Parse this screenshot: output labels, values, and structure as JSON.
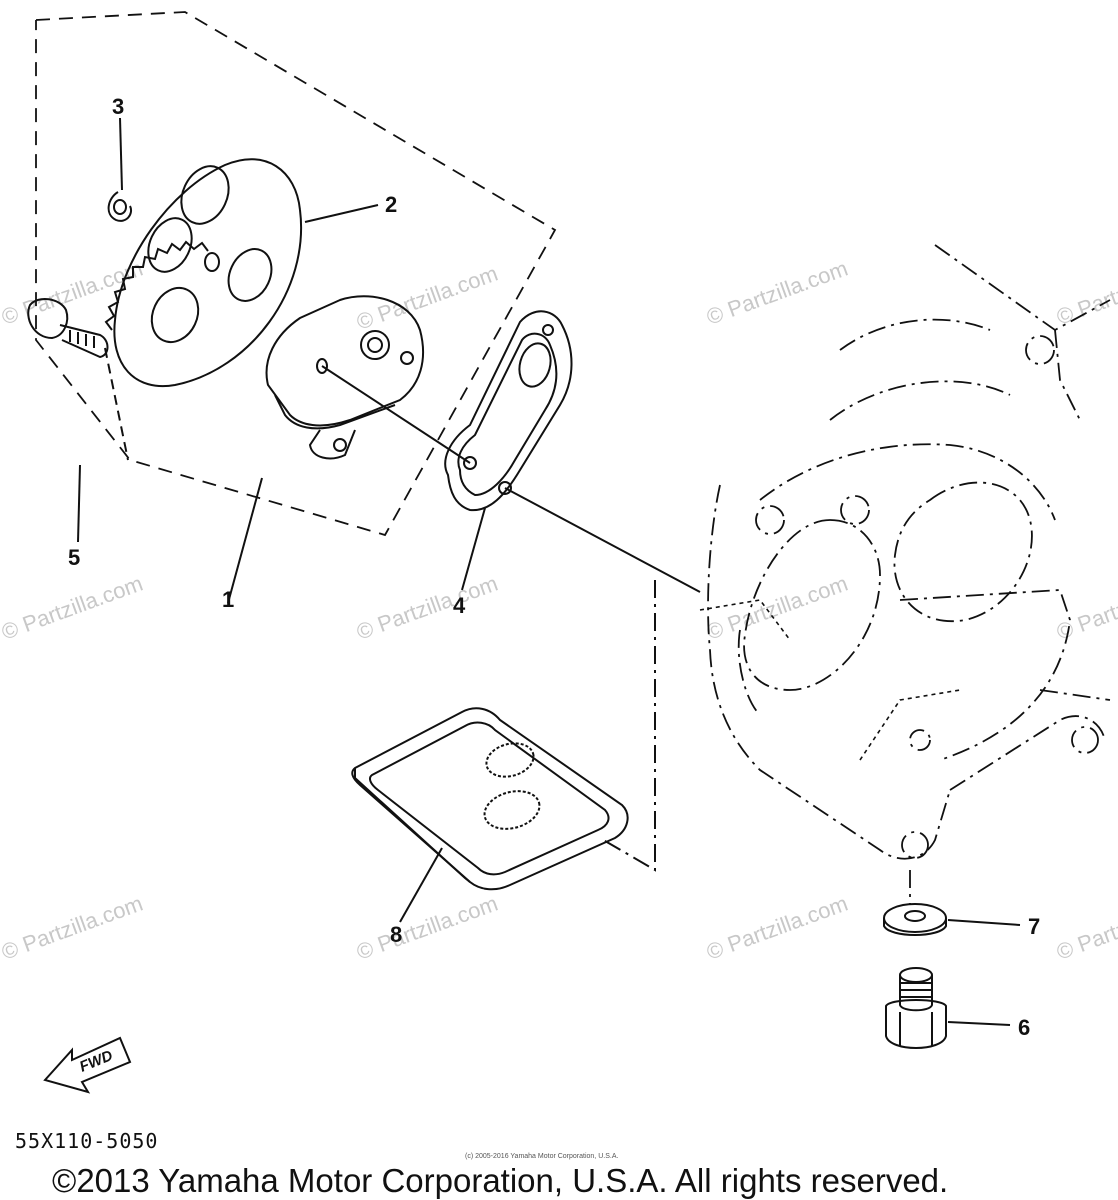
{
  "callouts": [
    {
      "id": "1",
      "label": "1"
    },
    {
      "id": "2",
      "label": "2"
    },
    {
      "id": "3",
      "label": "3"
    },
    {
      "id": "4",
      "label": "4"
    },
    {
      "id": "5",
      "label": "5"
    },
    {
      "id": "6",
      "label": "6"
    },
    {
      "id": "7",
      "label": "7"
    },
    {
      "id": "8",
      "label": "8"
    }
  ],
  "watermark_text": "© Partzilla.com",
  "fwd_label": "FWD",
  "drawing_code": "55X110-5050",
  "small_copyright": "(c) 2005-2016 Yamaha Motor Corporation, U.S.A.",
  "main_copyright": "©2013 Yamaha Motor Corporation, U.S.A. All rights reserved."
}
